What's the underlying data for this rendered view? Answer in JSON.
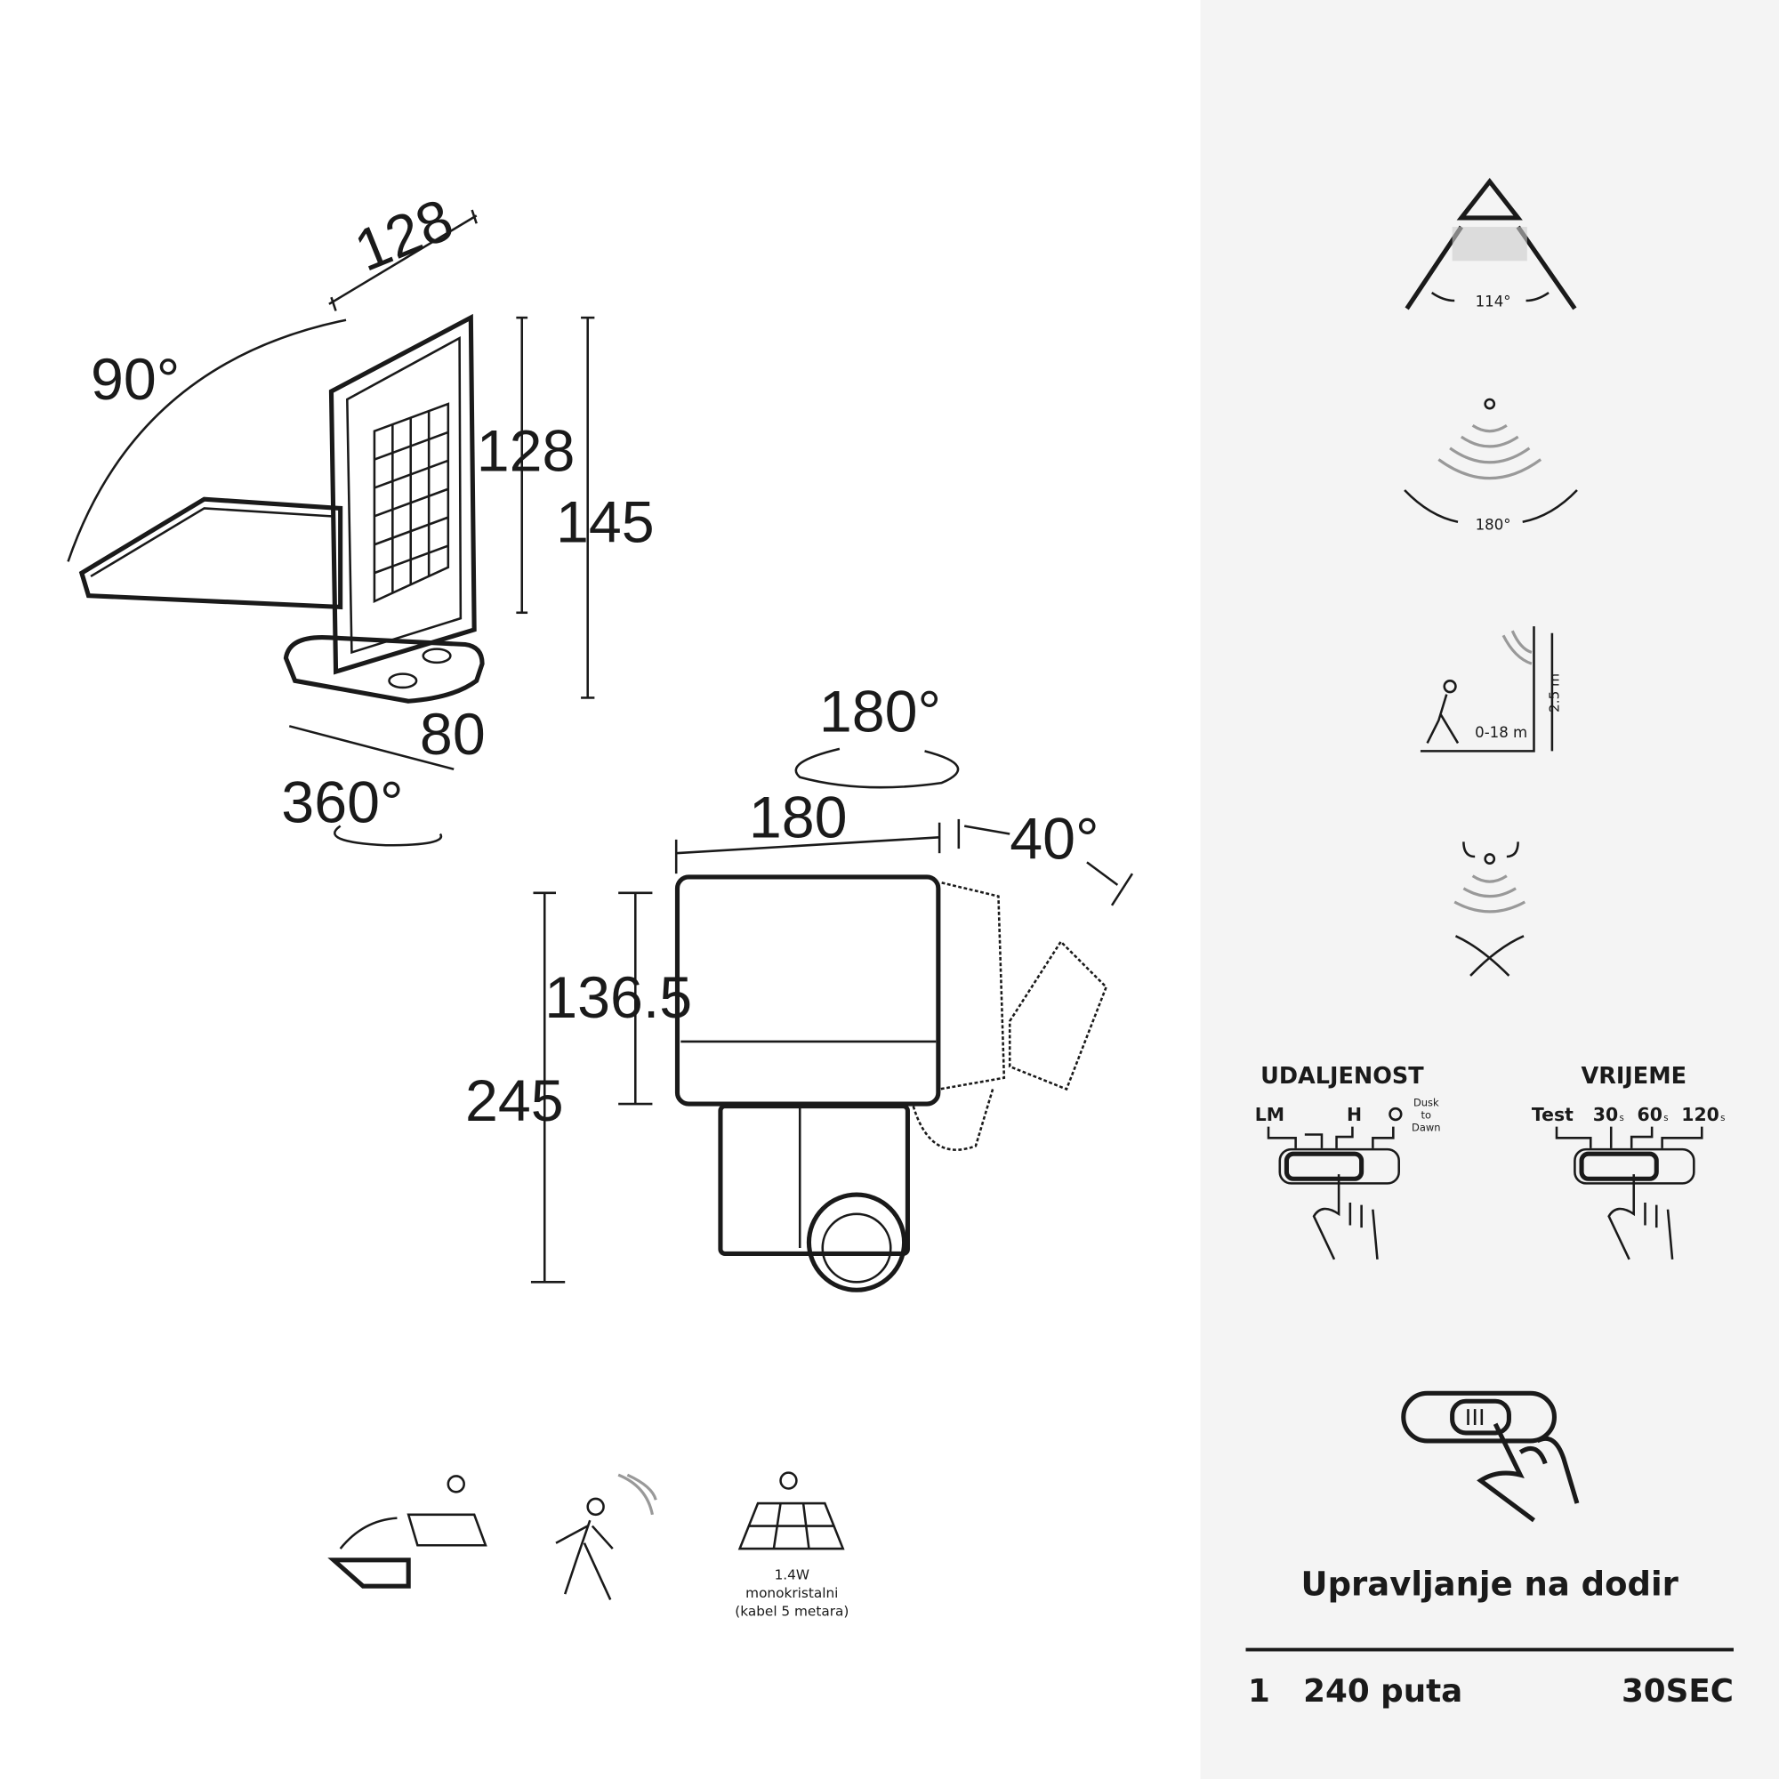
{
  "dimensions": {
    "panel_width": "128",
    "panel_tilt": "90°",
    "panel_height": "128",
    "total_height": "145",
    "base_depth": "80",
    "base_rotation": "360°",
    "head_rotation": "180°",
    "lamp_width": "180",
    "lamp_tilt": "40°",
    "lamp_head_height": "136.5",
    "lamp_total_height": "245"
  },
  "features": {
    "solar_power": "1.4W",
    "solar_type": "monokristalni",
    "cable": "(kabel 5 metara)"
  },
  "sensor": {
    "detection_angle": "114°",
    "detection_arc": "180°",
    "detection_range": "0-18 m",
    "mount_height": "2.5 m"
  },
  "controls": {
    "distance_title": "UDALJENOST",
    "distance_options": [
      "LM",
      "H",
      "Dusk",
      "to",
      "Dawn"
    ],
    "time_title": "VRIJEME",
    "time_options": [
      "Test",
      "30",
      "60",
      "120"
    ],
    "time_unit": "s",
    "touch_title": "Upravljanje na dodir",
    "footer_left": "1   240 puta",
    "footer_right": "30SEC"
  },
  "colors": {
    "panel_bg": "#f4f4f4",
    "ink": "#1a1a1a",
    "gray": "#999999"
  }
}
